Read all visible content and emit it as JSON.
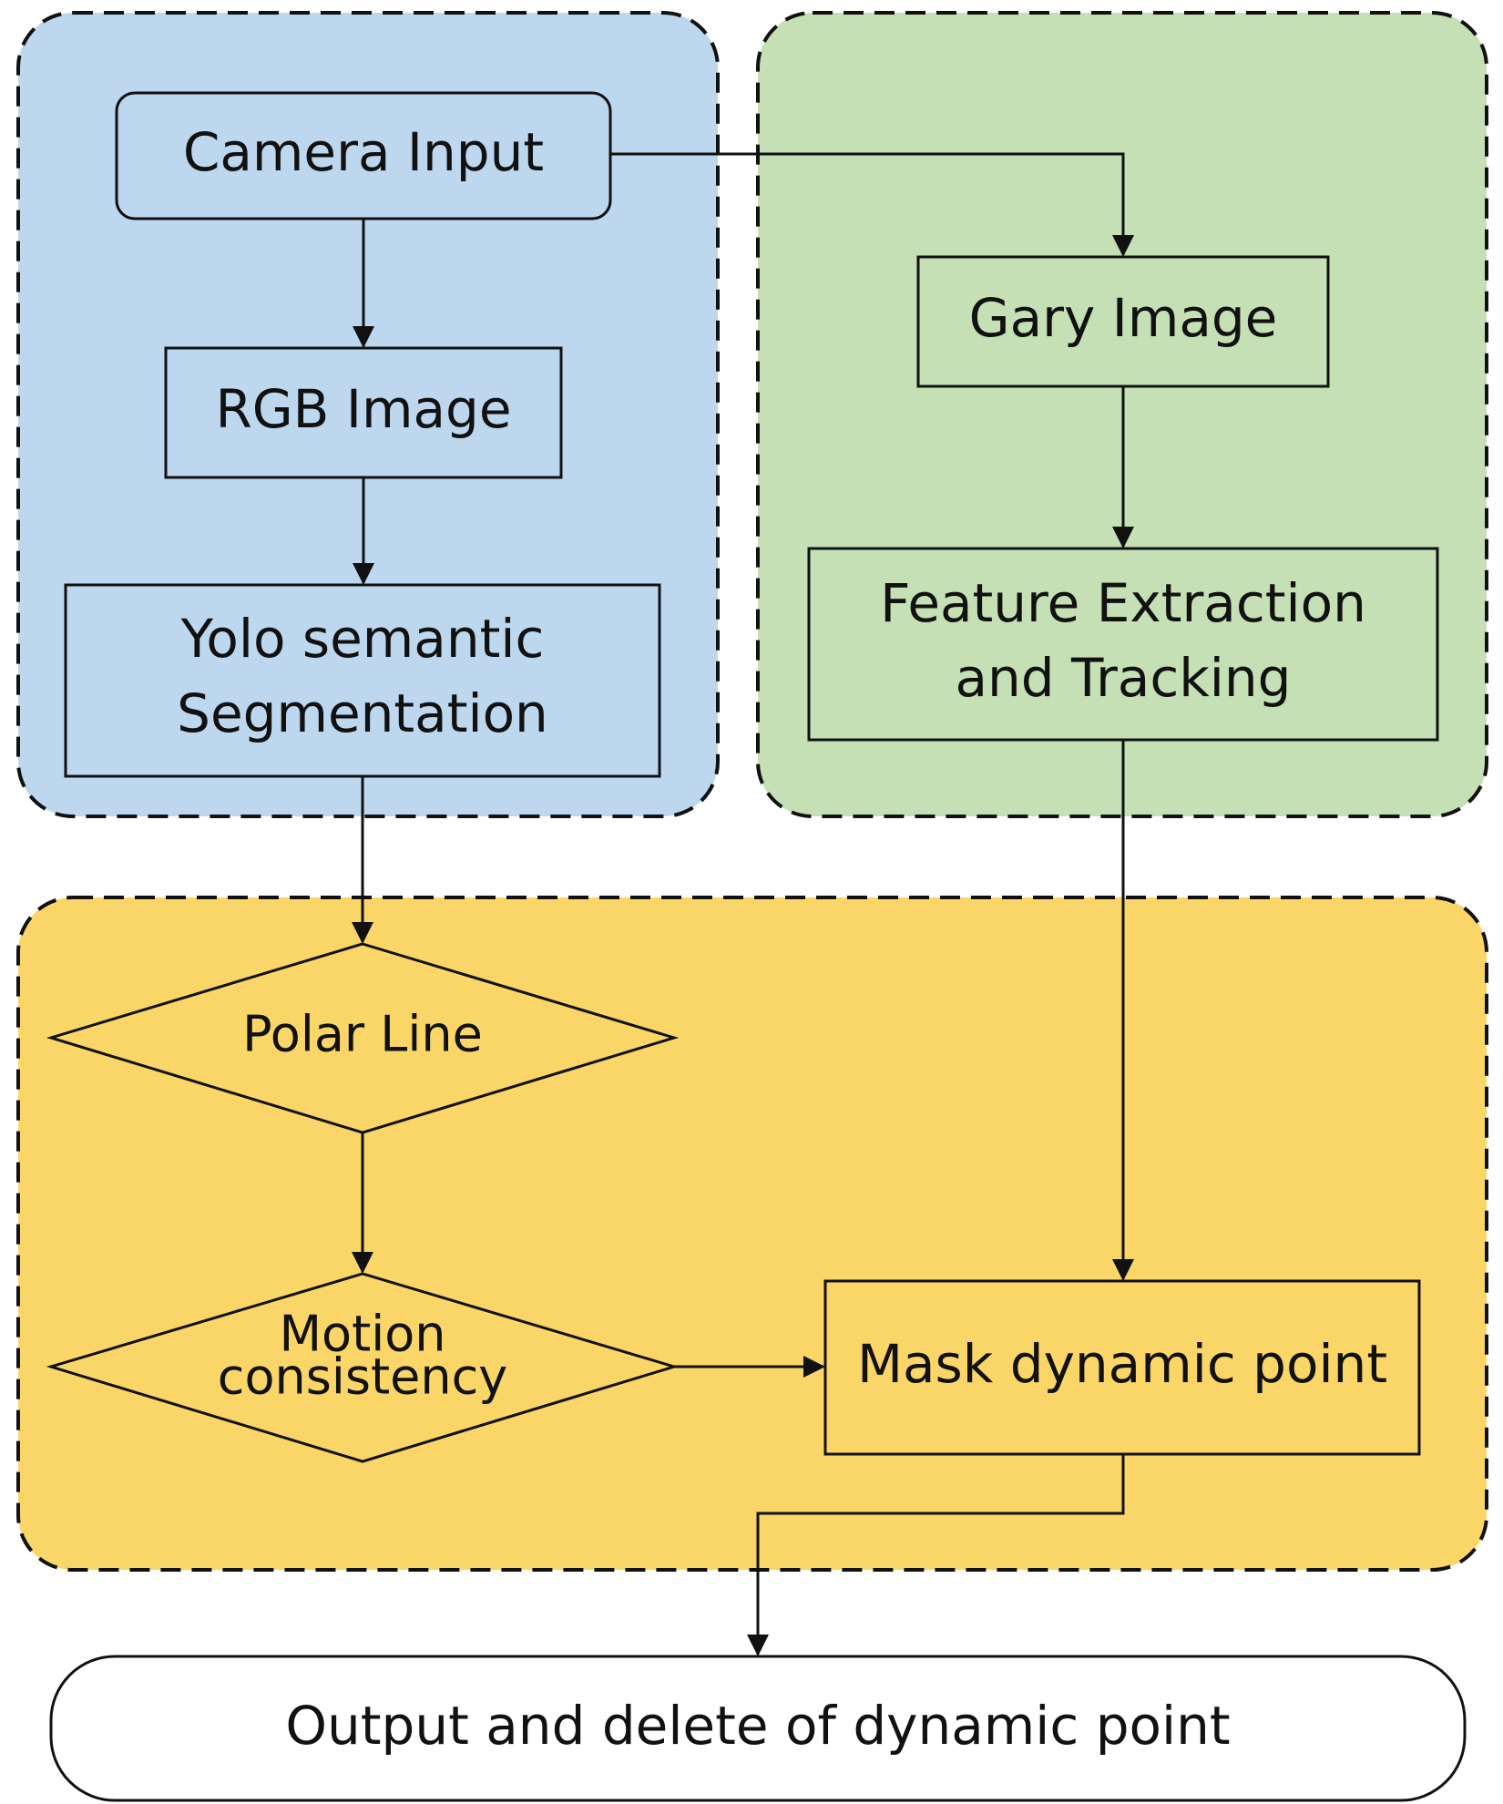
{
  "colors": {
    "blue_region": "#bdd7ee",
    "green_region": "#c5e0b4",
    "yellow_region": "#fad669",
    "output_fill": "#ffffff",
    "stroke": "#111111"
  },
  "nodes": {
    "camera_input": "Camera Input",
    "rgb_image": "RGB Image",
    "yolo_line1": "Yolo semantic",
    "yolo_line2": "Segmentation",
    "gary_image": "Gary Image",
    "feature_line1": "Feature Extraction",
    "feature_line2": "and Tracking",
    "polar_line": "Polar Line",
    "motion_line1": "Motion",
    "motion_line2": "consistency",
    "mask_dynamic_point": "Mask dynamic point",
    "output": "Output and delete of dynamic point"
  }
}
